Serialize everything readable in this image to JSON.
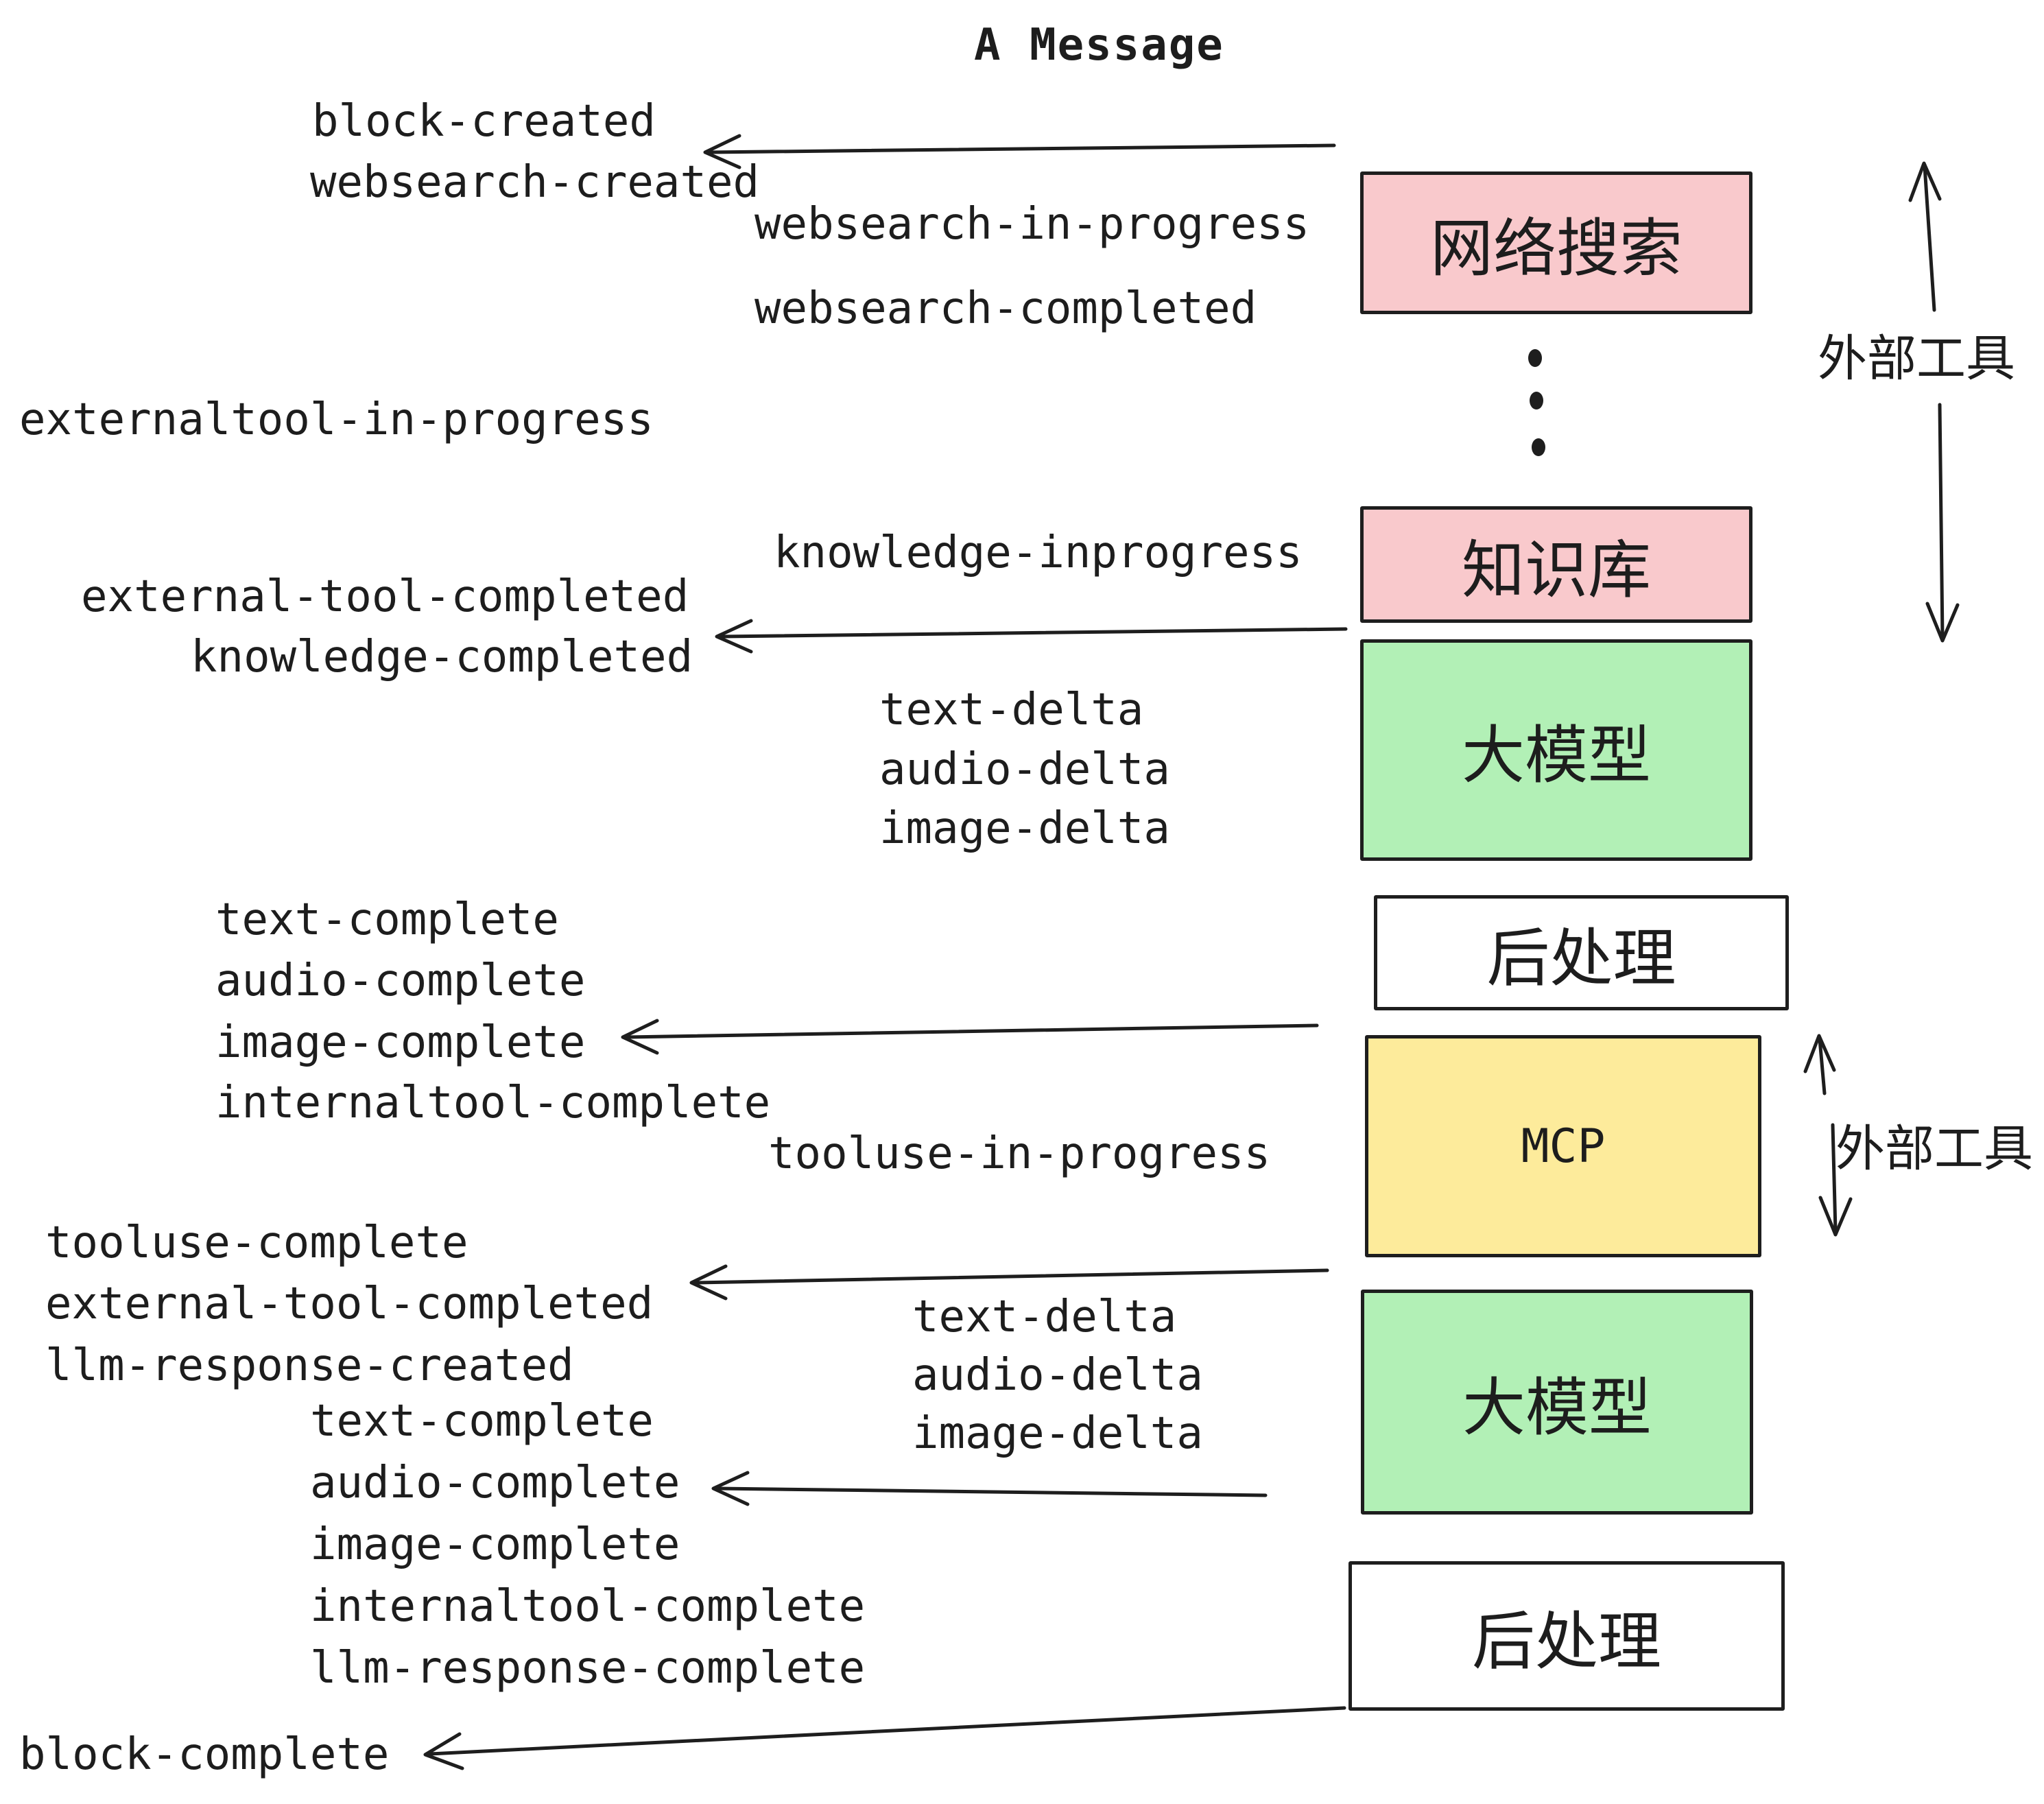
{
  "title": "A Message",
  "colors": {
    "pink": "#f9c9cc",
    "green": "#b2f0b6",
    "yellow": "#fdeb9b",
    "white": "#ffffff",
    "border": "#1e1e1e",
    "text": "#1d1d1d"
  },
  "events": [
    "block-created",
    "websearch-created",
    "websearch-in-progress",
    "websearch-completed",
    "externaltool-in-progress",
    "knowledge-inprogress",
    "external-tool-completed",
    "knowledge-completed",
    "text-delta",
    "audio-delta",
    "image-delta",
    "text-complete",
    "audio-complete",
    "image-complete",
    "internaltool-complete",
    "tooluse-in-progress",
    "tooluse-complete",
    "external-tool-completed",
    "llm-response-created",
    "text-delta",
    "audio-delta",
    "image-delta",
    "text-complete",
    "audio-complete",
    "image-complete",
    "internaltool-complete",
    "llm-response-complete",
    "block-complete"
  ],
  "boxes": {
    "websearch": {
      "label": "网络搜索"
    },
    "knowledge": {
      "label": "知识库"
    },
    "model1": {
      "label": "大模型"
    },
    "post1": {
      "label": "后处理"
    },
    "mcp": {
      "label": "MCP"
    },
    "model2": {
      "label": "大模型"
    },
    "post2": {
      "label": "后处理"
    }
  },
  "side_labels": {
    "top": "外部工具",
    "middle": "外部工具"
  }
}
